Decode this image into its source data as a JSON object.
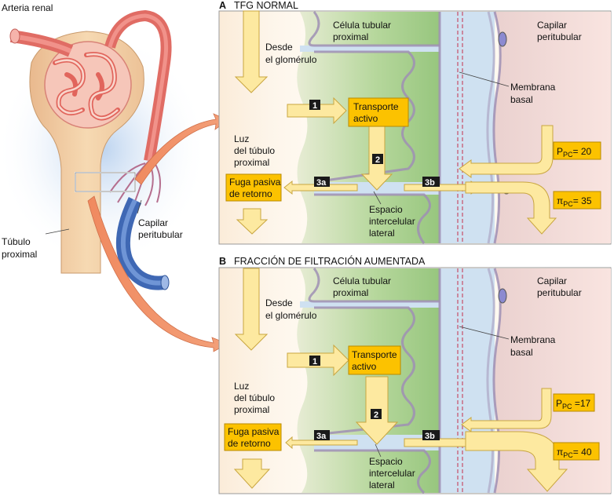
{
  "kidney": {
    "renal_artery": "Arteria renal",
    "proximal_tubule": [
      "Túbulo",
      "proximal"
    ],
    "peritubular_capillary": [
      "Capilar",
      "peritubular"
    ]
  },
  "panels": [
    {
      "letter": "A",
      "title": "TFG NORMAL",
      "from_glomerulus": [
        "Desde",
        "el glomérulo"
      ],
      "tubule_lumen": [
        "Luz",
        "del túbulo",
        "proximal"
      ],
      "tubular_cell": [
        "Célula tubular",
        "proximal"
      ],
      "capillary": [
        "Capilar",
        "peritubular"
      ],
      "basal_membrane": [
        "Membrana",
        "basal"
      ],
      "intercellular_space": [
        "Espacio",
        "intercelular",
        "lateral"
      ],
      "active_transport": [
        "Transporte",
        "activo"
      ],
      "passive_leak": [
        "Fuga pasiva",
        "de retorno"
      ],
      "steps": [
        "1",
        "2",
        "3a",
        "3b"
      ],
      "p_pc": {
        "symbol": "P",
        "sub": "PC",
        "value": "= 20"
      },
      "pi_pc": {
        "symbol": "π",
        "sub": "PC",
        "value": "= 35"
      }
    },
    {
      "letter": "B",
      "title": "FRACCIÓN DE FILTRACIÓN AUMENTADA",
      "from_glomerulus": [
        "Desde",
        "el glomérulo"
      ],
      "tubule_lumen": [
        "Luz",
        "del túbulo",
        "proximal"
      ],
      "tubular_cell": [
        "Célula tubular",
        "proximal"
      ],
      "capillary": [
        "Capilar",
        "peritubular"
      ],
      "basal_membrane": [
        "Membrana",
        "basal"
      ],
      "intercellular_space": [
        "Espacio",
        "intercelular",
        "lateral"
      ],
      "active_transport": [
        "Transporte",
        "activo"
      ],
      "passive_leak": [
        "Fuga pasiva",
        "de retorno"
      ],
      "steps": [
        "1",
        "2",
        "3a",
        "3b"
      ],
      "p_pc": {
        "symbol": "P",
        "sub": "PC",
        "value": " =17"
      },
      "pi_pc": {
        "symbol": "π",
        "sub": "PC",
        "value": "= 40"
      }
    }
  ],
  "colors": {
    "artery": "#e8706b",
    "vein": "#4f79c0",
    "tubule": "#f3d3a1",
    "arrow_fill": "#fde9a0",
    "arrow_stroke": "#c9a640",
    "box_fill": "#fcc200",
    "cell_green": "#a6cf8e",
    "interstitium_blue": "#c9def0",
    "capillary_pink": "#f6d6d2",
    "membrane": "#9f8fb4",
    "dashed": "#c4304a",
    "badge": "#1a1a1a"
  }
}
